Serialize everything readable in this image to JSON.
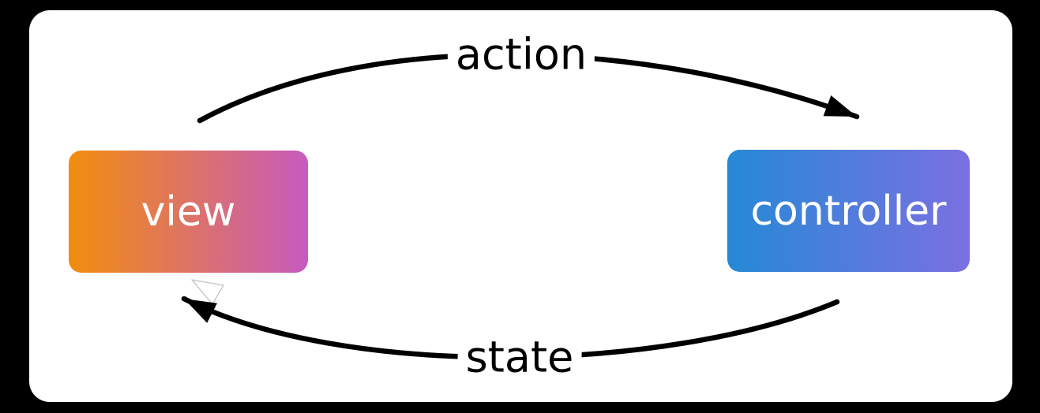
{
  "nodes": {
    "view": {
      "label": "view"
    },
    "controller": {
      "label": "controller"
    }
  },
  "edges": {
    "action": {
      "label": "action",
      "from": "view",
      "to": "controller"
    },
    "state": {
      "label": "state",
      "from": "controller",
      "to": "view"
    }
  },
  "colors": {
    "page_bg": "#000000",
    "card_bg": "#ffffff",
    "view_gradient_from": "#f28d0e",
    "view_gradient_to": "#c75abf",
    "controller_gradient_from": "#2689d6",
    "controller_gradient_to": "#7b70e1",
    "node_text": "#ffffff",
    "label_text": "#000000",
    "arrow": "#000000"
  }
}
